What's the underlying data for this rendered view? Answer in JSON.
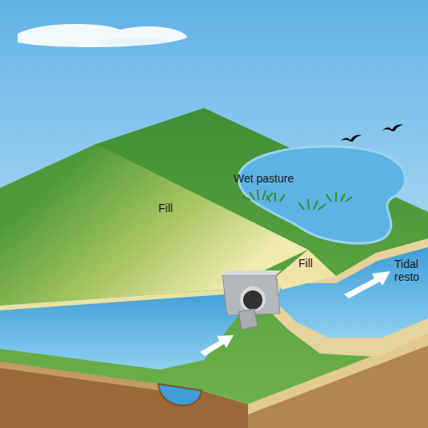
{
  "diagram": {
    "labels": [
      "Fill",
      "Wet pasture",
      "Fill",
      "Tidal resto"
    ]
  }
}
